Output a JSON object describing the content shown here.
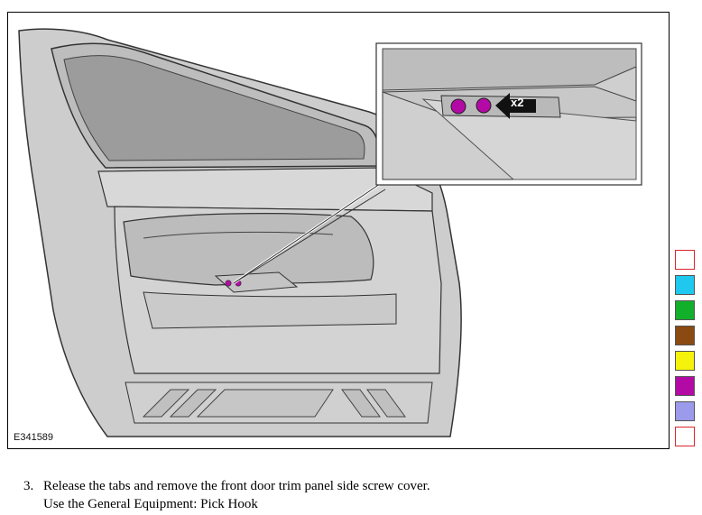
{
  "figure": {
    "id": "E341589",
    "callout": {
      "label": "x2"
    }
  },
  "swatches": [
    {
      "color": "outline-red"
    },
    {
      "color": "#1ec8ef"
    },
    {
      "color": "#12b02a"
    },
    {
      "color": "#8a4a12"
    },
    {
      "color": "#f5f20c"
    },
    {
      "color": "#b30aa6"
    },
    {
      "color": "#9c9aea"
    },
    {
      "color": "outline-red"
    }
  ],
  "step": {
    "number": "3.",
    "text": "Release the tabs and remove the front door trim panel side screw cover.",
    "sub": "Use the General Equipment: Pick Hook"
  }
}
